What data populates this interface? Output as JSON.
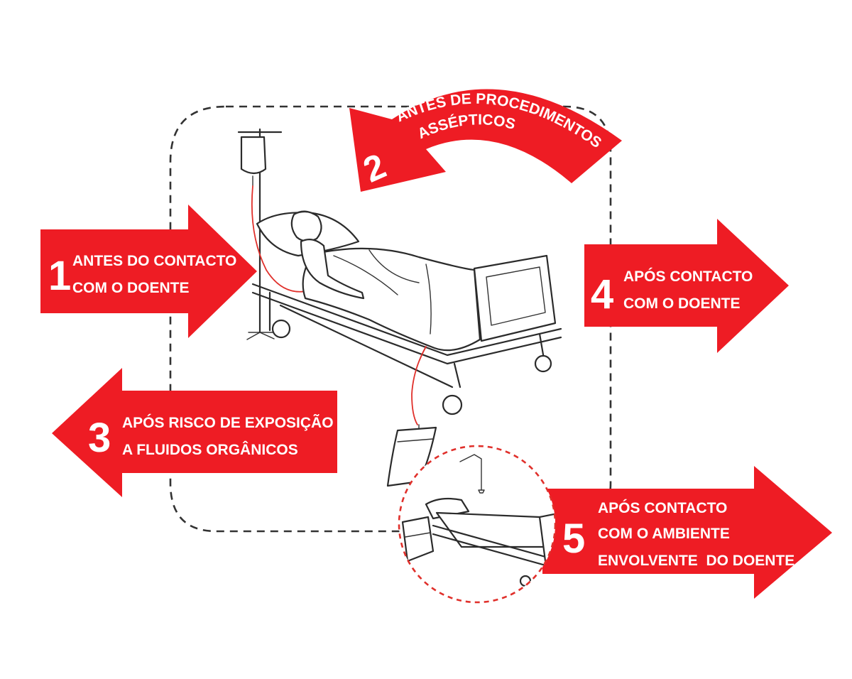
{
  "colors": {
    "arrow_red": "#ee1c24",
    "text": "#ffffff",
    "dashed_path": "#333333",
    "dashed_circle": "#e0302b",
    "line_art": "#2b2b2b"
  },
  "moments": [
    {
      "number": "1",
      "line1": "ANTES DO CONTACTO",
      "line2": "COM O DOENTE",
      "direction": "right"
    },
    {
      "number": "2",
      "line1": "ANTES DE PROCEDIMENTOS",
      "line2": "ASSÉPTICOS",
      "direction": "curved-left"
    },
    {
      "number": "3",
      "line1": "APÓS RISCO DE EXPOSIÇÃO",
      "line2": "A FLUIDOS ORGÂNICOS",
      "direction": "left"
    },
    {
      "number": "4",
      "line1": "APÓS CONTACTO",
      "line2": "COM O DOENTE",
      "direction": "right"
    },
    {
      "number": "5",
      "line1": "APÓS CONTACTO",
      "line2": "COM O AMBIENTE",
      "line3": "ENVOLVENTE  DO DOENTE",
      "direction": "right"
    }
  ],
  "illustrations": {
    "main": "patient-in-hospital-bed-with-iv-drip",
    "inset": "empty-hospital-bed-and-bedside-table"
  }
}
